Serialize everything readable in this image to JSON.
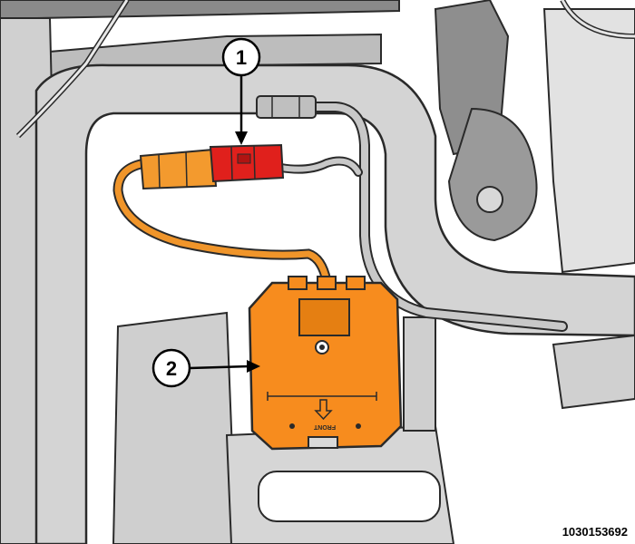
{
  "figure": {
    "id": "1030153692",
    "callouts": [
      {
        "number": "1"
      },
      {
        "number": "2"
      }
    ],
    "front_label": "FRONT",
    "colors": {
      "frame": "#d2d2d2",
      "outline": "#2a2a2a",
      "connector": "#e0201c",
      "module": "#f78c1e",
      "plug": "#f39a2e",
      "harness_orange": "#f0952a",
      "harness_gray": "#c8c8c8"
    }
  }
}
